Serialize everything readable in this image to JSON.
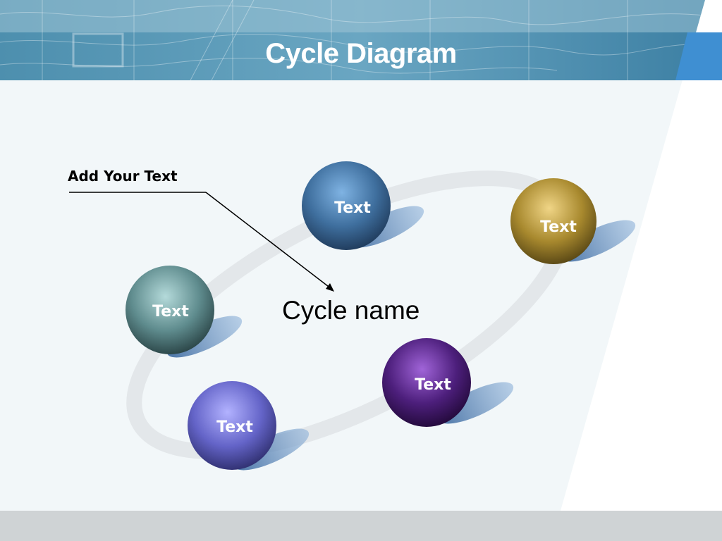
{
  "slide": {
    "title": "Cycle Diagram",
    "callout": "Add Your Text",
    "center": "Cycle name",
    "nodes": [
      {
        "label": "Text",
        "color": "#4a7fb5"
      },
      {
        "label": "Text",
        "color": "#a8892e"
      },
      {
        "label": "Text",
        "color": "#6b9a9c"
      },
      {
        "label": "Text",
        "color": "#5e2f8f"
      },
      {
        "label": "Text",
        "color": "#6a6ad0"
      }
    ]
  },
  "colors": {
    "banner": "#2a7ea6",
    "accent": "#3f8fd2",
    "panel": "#f2f7f9",
    "footer": "#cfd3d5",
    "ring": "#e6e9eb"
  }
}
